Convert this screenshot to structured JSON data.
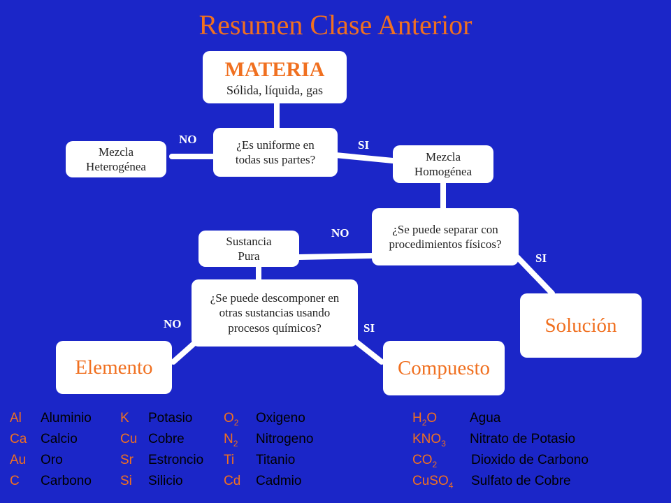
{
  "title": "Resumen Clase Anterior",
  "nodes": {
    "materia_title": "MATERIA",
    "materia_sub": "Sólida, líquida, gas",
    "uniforme": [
      "¿Es uniforme en",
      "todas sus partes?"
    ],
    "heterogenea": [
      "Mezcla",
      "Heterogénea"
    ],
    "homogenea": [
      "Mezcla",
      "Homogénea"
    ],
    "separar": [
      "¿Se puede separar con",
      "procedimientos físicos?"
    ],
    "sustancia": [
      "Sustancia",
      "Pura"
    ],
    "descomponer": [
      "¿Se puede descomponer en",
      "otras sustancias usando",
      "procesos químicos?"
    ],
    "solucion": "Solución",
    "elemento": "Elemento",
    "compuesto": "Compuesto"
  },
  "edge_labels": {
    "no1": "NO",
    "si1": "SI",
    "no2": "NO",
    "si2": "SI",
    "no3": "NO",
    "si3": "SI"
  },
  "colors": {
    "background": "#1b26c8",
    "accent": "#f07020",
    "box": "#ffffff"
  },
  "elements_legend": [
    [
      {
        "sym": "Al",
        "name": "Aluminio"
      },
      {
        "sym": "K",
        "name": "Potasio"
      },
      {
        "sym": "O",
        "sub": "2",
        "name": "Oxigeno"
      }
    ],
    [
      {
        "sym": "Ca",
        "name": "Calcio"
      },
      {
        "sym": "Cu",
        "name": "Cobre"
      },
      {
        "sym": "N",
        "sub": "2",
        "name": "Nitrogeno"
      }
    ],
    [
      {
        "sym": "Au",
        "name": "Oro"
      },
      {
        "sym": "Sr",
        "name": "Estroncio"
      },
      {
        "sym": "Ti",
        "name": "Titanio"
      }
    ],
    [
      {
        "sym": "C",
        "name": "Carbono"
      },
      {
        "sym": "Si",
        "name": "Silicio"
      },
      {
        "sym": "Cd",
        "name": "Cadmio"
      }
    ]
  ],
  "compounds_legend": [
    {
      "formula": [
        [
          "H",
          ""
        ],
        [
          "2",
          "sub"
        ],
        [
          "O",
          ""
        ]
      ],
      "name": "Agua"
    },
    {
      "formula": [
        [
          "KNO",
          ""
        ],
        [
          "3",
          "sub"
        ]
      ],
      "name": "Nitrato de Potasio"
    },
    {
      "formula": [
        [
          "CO",
          ""
        ],
        [
          "2",
          "sub"
        ]
      ],
      "name": "Dioxido de Carbono"
    },
    {
      "formula": [
        [
          "CuSO",
          ""
        ],
        [
          "4",
          "sub"
        ]
      ],
      "name": "Sulfato de Cobre"
    }
  ]
}
